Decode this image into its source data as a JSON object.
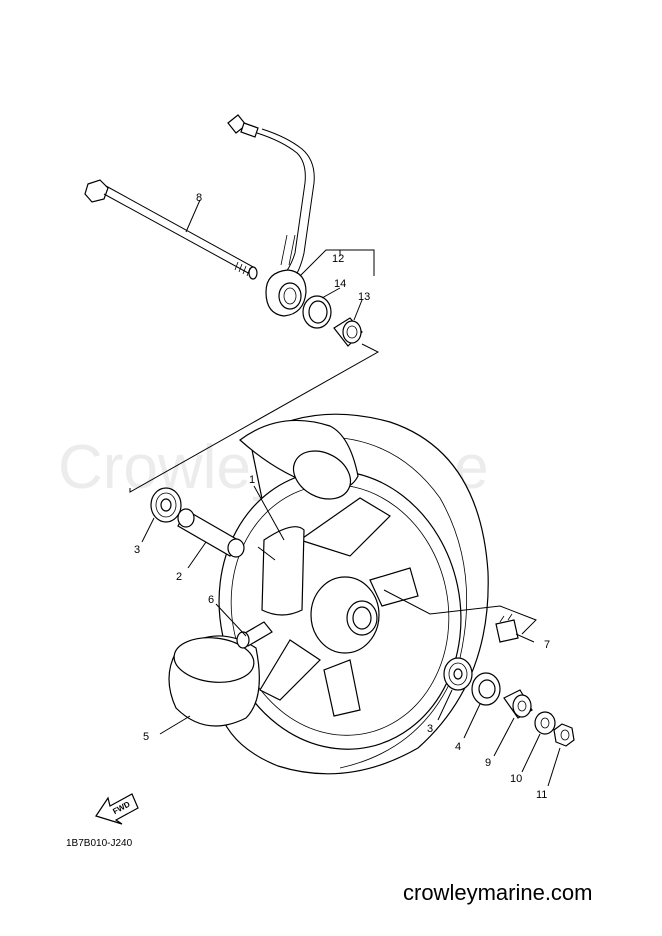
{
  "watermark": "Crowley Marine",
  "footer_url": "crowleymarine.com",
  "diagram_code": "1B7B010-J240",
  "fwd_label": "FWD",
  "callouts": [
    "1",
    "2",
    "3",
    "3",
    "4",
    "5",
    "6",
    "7",
    "8",
    "9",
    "10",
    "11",
    "12",
    "13",
    "14"
  ]
}
